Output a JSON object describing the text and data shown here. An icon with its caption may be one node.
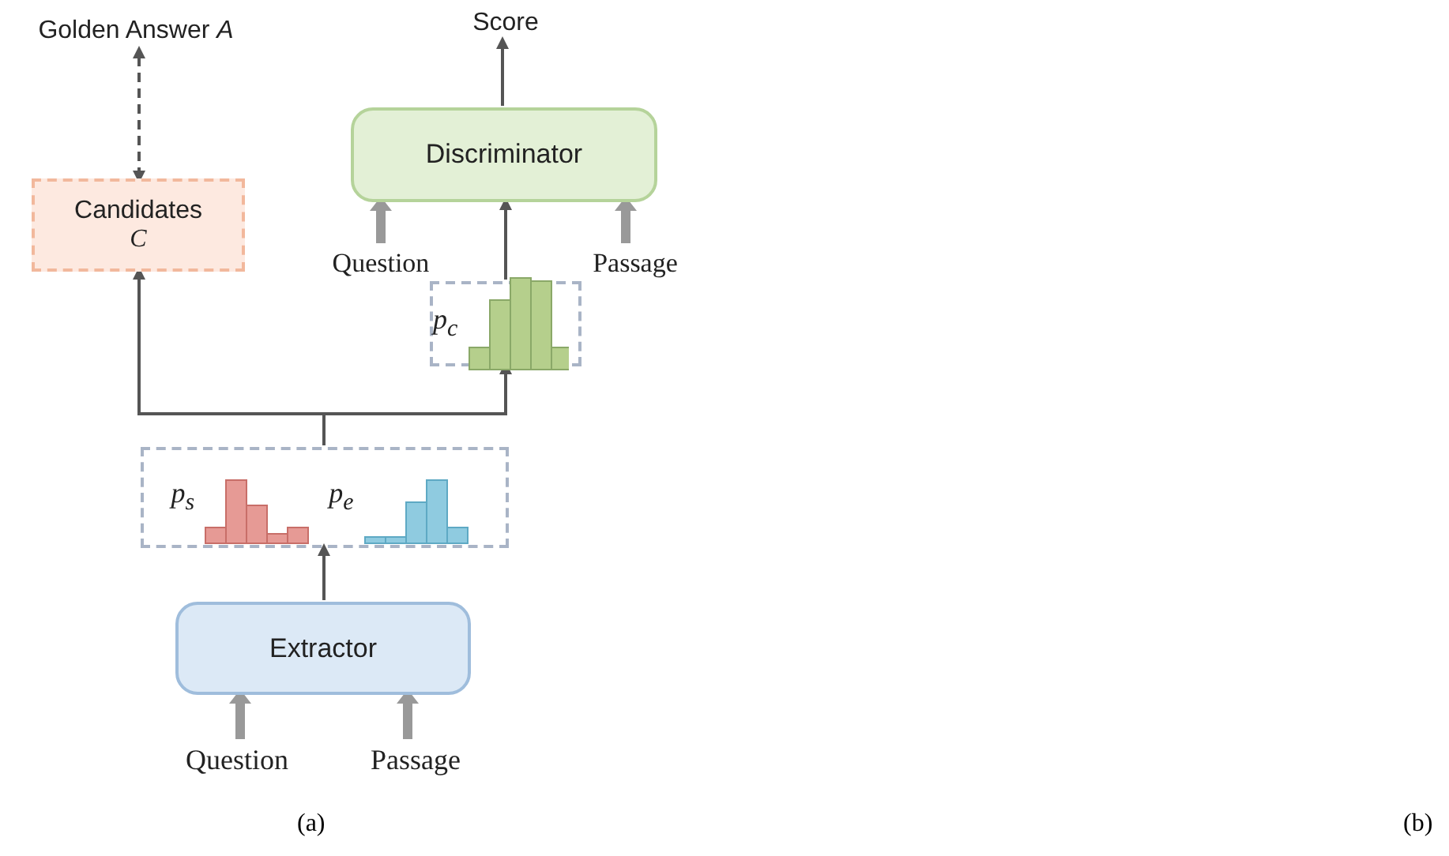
{
  "diagram": {
    "nodes": [
      {
        "text": [
          "Golden Answer *A*"
        ]
      },
      {
        "text": [
          "Score"
        ]
      },
      {
        "text": [
          "Discriminator"
        ]
      },
      {
        "text": [
          "Candidates",
          "C"
        ]
      },
      {
        "text": [
          "Question"
        ]
      },
      {
        "text": [
          "Passage"
        ]
      },
      {
        "text": [
          "p$_{c}$"
        ]
      },
      {
        "text": [
          "p$_{s}$",
          "p$_{e}$"
        ]
      },
      {
        "text": [
          "Extractor"
        ]
      },
      {
        "text": [
          "Question"
        ]
      },
      {
        "text": [
          "Passage"
        ]
      }
    ],
    "edges": [
      {
        "from": 3,
        "to": 0,
        "arrow": "both",
        "style": "dashed"
      },
      {
        "from": 2,
        "to": 1,
        "arrow": "to"
      },
      {
        "from": 4,
        "to": 2,
        "arrow": "to",
        "style": "thick",
        "color": "#999999"
      },
      {
        "from": 5,
        "to": 2,
        "arrow": "to",
        "style": "thick",
        "color": "#999999"
      },
      {
        "from": 6,
        "to": 2,
        "arrow": "to"
      },
      {
        "from": 7,
        "to": 3,
        "arrow": "to"
      },
      {
        "from": 7,
        "to": 6,
        "arrow": "to"
      },
      {
        "from": 8,
        "to": 7,
        "arrow": "to"
      },
      {
        "from": 9,
        "to": 8,
        "arrow": "to",
        "style": "thick",
        "color": "#999999"
      },
      {
        "from": 10,
        "to": 8,
        "arrow": "to",
        "style": "thick",
        "color": "#999999"
      }
    ],
    "labels": [
      "(a)",
      "(b)"
    ]
  }
}
